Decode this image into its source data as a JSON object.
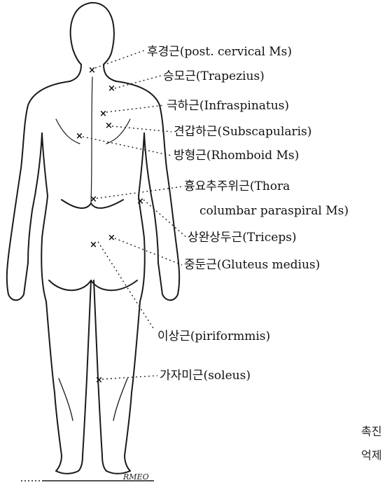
{
  "labels": [
    {
      "id": "post-cervical",
      "text": "후경근(post. cervical Ms)"
    },
    {
      "id": "trapezius",
      "text": "승모근(Trapezius)"
    },
    {
      "id": "infraspinatus",
      "text": "극하근(Infraspinatus)"
    },
    {
      "id": "subscapularis",
      "text": "견갑하근(Subscapularis)"
    },
    {
      "id": "rhomboid",
      "text": "방형근(Rhomboid Ms)"
    },
    {
      "id": "thoracolumbar-1",
      "text": "흉요추주위근(Thora"
    },
    {
      "id": "thoracolumbar-2",
      "text": "columbar paraspiral Ms)"
    },
    {
      "id": "triceps",
      "text": "상완상두근(Triceps)"
    },
    {
      "id": "gluteus-medius",
      "text": "중둔근(Gluteus medius)"
    },
    {
      "id": "piriformis",
      "text": "이상근(piriformmis)"
    },
    {
      "id": "soleus",
      "text": "가자미근(soleus)"
    }
  ],
  "side_text": [
    "촉진",
    "억제"
  ],
  "signature": "RMEO",
  "marker": "×"
}
